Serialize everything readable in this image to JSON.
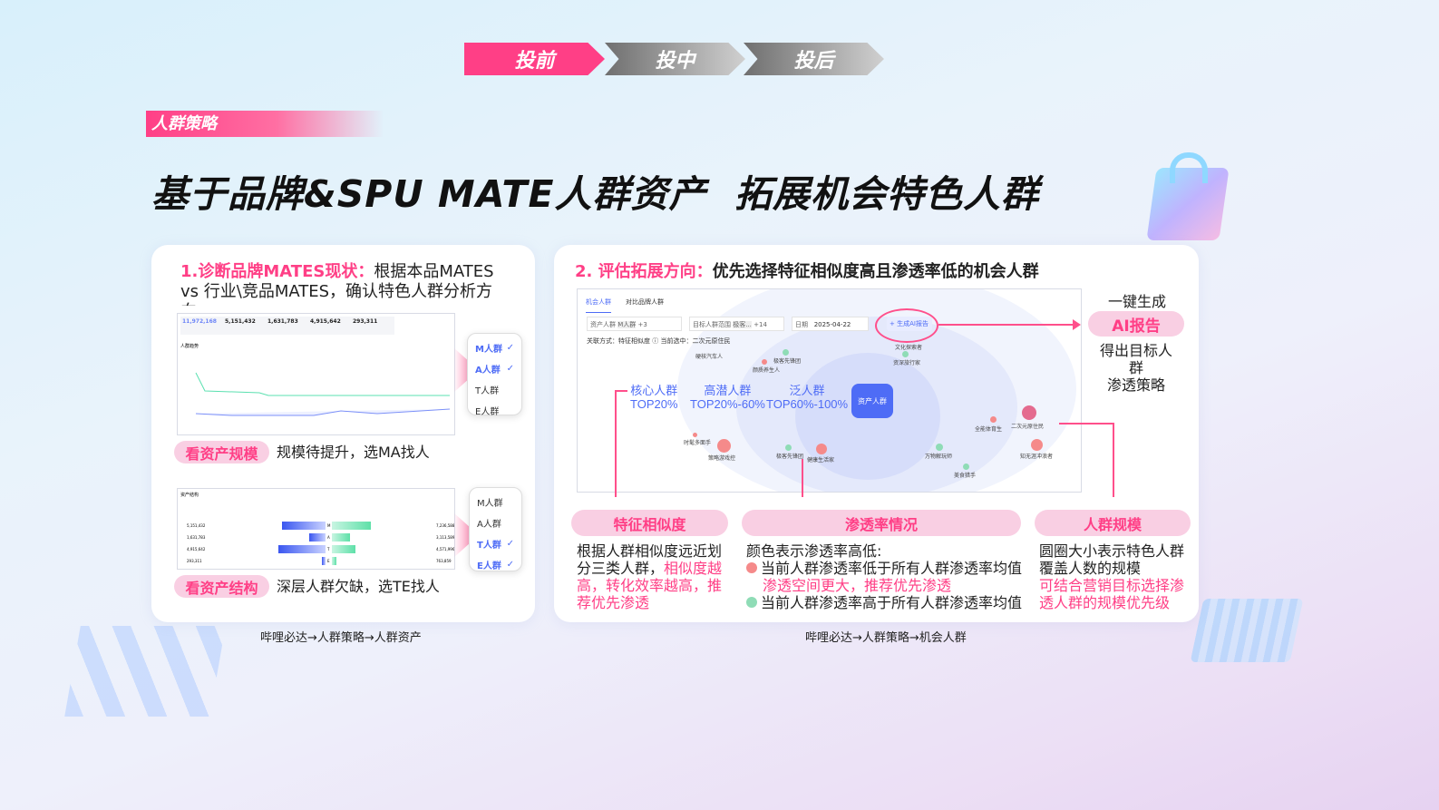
{
  "steps": [
    {
      "label": "投前",
      "color": "#ff3f86"
    },
    {
      "label": "投中",
      "color": "#9a9a9a"
    },
    {
      "label": "投后",
      "color": "#9a9a9a"
    }
  ],
  "section_tag": "人群策略",
  "title": "基于品牌&SPU MATE人群资产  拓展机会特色人群",
  "left": {
    "heading_pink": "1.诊断品牌MATES现状：",
    "heading_text": "根据本品MATES vs 行业\\竞品MATES，确认特色人群分析方向",
    "stats": [
      "11,972,168",
      "5,151,432",
      "1,631,783",
      "4,915,642",
      "293,311"
    ],
    "chart_title": "人群趋势",
    "dropdown1": [
      {
        "label": "M人群",
        "checked": true
      },
      {
        "label": "A人群",
        "checked": true
      },
      {
        "label": "T人群",
        "checked": false
      },
      {
        "label": "E人群",
        "checked": false
      }
    ],
    "pill1": "看资产规模",
    "pill1_text": "规模待提升，选MA找人",
    "structure_title": "资产结构",
    "bars": [
      {
        "left": "5,151,432",
        "letter": "M",
        "right": "7,236,588"
      },
      {
        "left": "1,631,783",
        "letter": "A",
        "right": "3,113,589"
      },
      {
        "left": "4,915,642",
        "letter": "T",
        "right": "4,571,996"
      },
      {
        "left": "293,311",
        "letter": "E",
        "right": "763,859"
      }
    ],
    "dropdown2": [
      {
        "label": "M人群",
        "checked": false
      },
      {
        "label": "A人群",
        "checked": false
      },
      {
        "label": "T人群",
        "checked": true
      },
      {
        "label": "E人群",
        "checked": true
      }
    ],
    "pill2": "看资产结构",
    "pill2_text": "深层人群欠缺，选TE找人",
    "caption": "哔哩必达→人群策略→人群资产"
  },
  "right": {
    "heading_pink": "2. 评估拓展方向：",
    "heading_text": "优先选择特征相似度高且渗透率低的机会人群",
    "tabs": [
      "机会人群",
      "对比品牌人群"
    ],
    "filters": {
      "asset_label": "资产人群",
      "asset_tag": "M人群",
      "asset_more": "+3",
      "target_label": "目标人群范围",
      "target_tag": "极客...",
      "target_more": "+14",
      "date_label": "日期",
      "date": "2025-04-22"
    },
    "gen_button": "+ 生成AI报告",
    "relation": "关联方式：特征相似度 ⓘ  当前选中：二次元原住民",
    "center": "资产人群",
    "tiers": [
      {
        "name": "核心人群",
        "range": "TOP20%"
      },
      {
        "name": "高潜人群",
        "range": "TOP20%-60%"
      },
      {
        "name": "泛人群",
        "range": "TOP60%-100%"
      }
    ],
    "bubbles": [
      "硬核汽车人",
      "极客先锋团",
      "颜质养生人",
      "文化探索者",
      "资深旅行家",
      "时髦多面手",
      "策略游戏控",
      "极客先锋团",
      "健康生活家",
      "全能体育生",
      "二次元原住民",
      "万物解玩师",
      "美食猎手",
      "知无涯冲浪者"
    ],
    "gen_side": {
      "top": "一键生成",
      "pill": "AI报告",
      "bottom1": "得出目标人群",
      "bottom2": "渗透策略"
    },
    "pills": [
      "特征相似度",
      "渗透率情况",
      "人群规模"
    ],
    "col1": {
      "text": "根据人群相似度远近划分三类人群，",
      "pink": "相似度越高，转化效率越高，推荐优先渗透"
    },
    "col2": {
      "intro": "颜色表示渗透率高低:",
      "low": "当前人群渗透率低于所有人群渗透率均值",
      "low_pink": "渗透空间更大，推荐优先渗透",
      "high": "当前人群渗透率高于所有人群渗透率均值"
    },
    "col3": {
      "text": "圆圈大小表示特色人群覆盖人数的规模",
      "pink": "可结合营销目标选择渗透人群的规模优先级"
    },
    "caption": "哔哩必达→人群策略→机会人群"
  },
  "colors": {
    "accent": "#ff3f86",
    "blue": "#4e6cf6",
    "low_pen": "#f58a8a",
    "high_pen": "#8fdcb6"
  }
}
